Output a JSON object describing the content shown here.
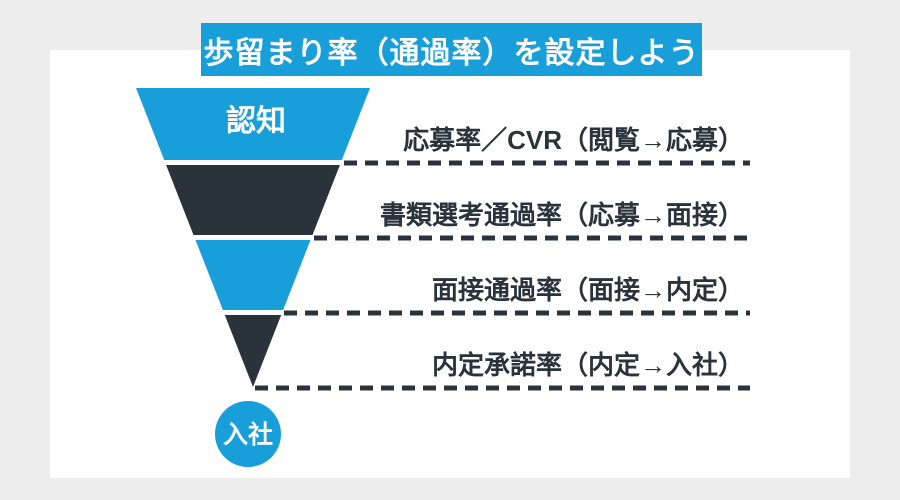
{
  "title": "歩留まり率（通過率）を設定しよう",
  "funnel": {
    "top_stage_label": "認知",
    "bottom_stage_label": "入社",
    "segment_order": [
      "認知(blue)",
      "dark",
      "blue",
      "dark"
    ]
  },
  "stages": [
    {
      "label": "応募率／CVR（閲覧→応募）"
    },
    {
      "label": "書類選考通過率（応募→面接）"
    },
    {
      "label": "面接通過率（面接→内定）"
    },
    {
      "label": "内定承諾率（内定→入社）"
    }
  ],
  "colors": {
    "background": "#ededed",
    "card": "#ffffff",
    "accent_blue": "#189ed9",
    "dark": "#2a333c",
    "white": "#ffffff"
  }
}
